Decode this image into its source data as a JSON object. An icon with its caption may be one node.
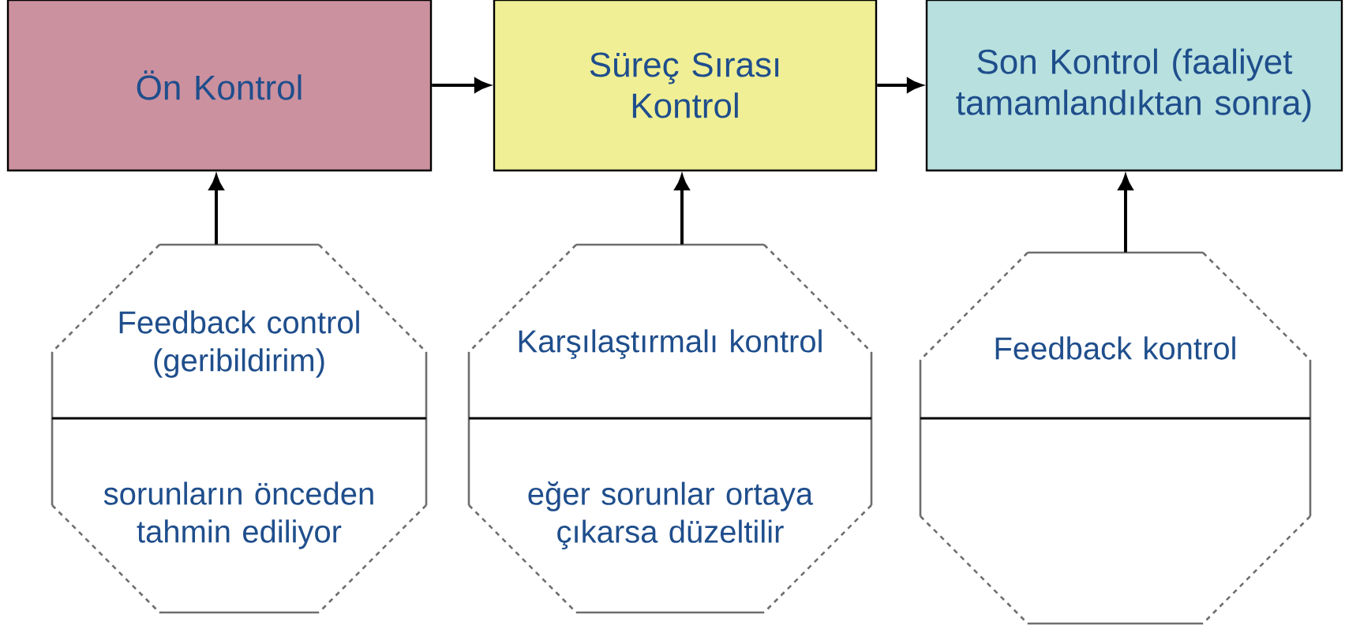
{
  "diagram": {
    "nodes": [
      {
        "text": [
          "Ön Kontrol"
        ]
      },
      {
        "text": [
          "Süreç Sırası Kontrol"
        ]
      },
      {
        "text": [
          "Son Kontrol (faaliyet tamamlandıktan sonra)"
        ]
      },
      {
        "text": [
          "Feedback control (geribildirim)",
          "sorunların önceden  tahmin ediliyor"
        ]
      },
      {
        "text": [
          "Karşılaştırmalı kontrol",
          "eğer sorunlar ortaya çıkarsa düzeltilir"
        ]
      },
      {
        "text": [
          "Feedback kontrol"
        ]
      }
    ],
    "edges": [
      {
        "from": 0,
        "to": 1,
        "arrow": "to"
      },
      {
        "from": 1,
        "to": 2,
        "arrow": "to"
      },
      {
        "from": 3,
        "to": 0,
        "arrow": "to"
      },
      {
        "from": 4,
        "to": 1,
        "arrow": "to"
      },
      {
        "from": 5,
        "to": 2,
        "arrow": "to"
      }
    ]
  }
}
